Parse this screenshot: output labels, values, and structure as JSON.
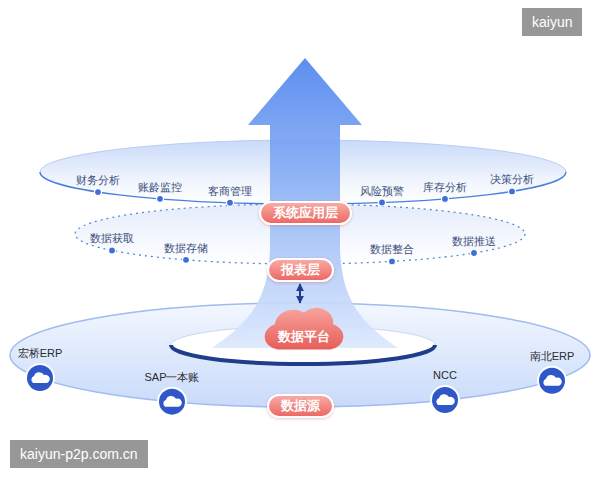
{
  "diagram": {
    "nodes": [
      {
        "text": [
          "系统应用层"
        ]
      },
      {
        "text": [
          "报表层"
        ]
      },
      {
        "text": [
          "数据平台"
        ]
      },
      {
        "text": [
          "数据源"
        ]
      }
    ],
    "edges": [
      {
        "from": 1,
        "to": 2,
        "arrow": "both"
      }
    ],
    "labels": [
      "财务分析",
      "账龄监控",
      "客商管理",
      "风险预警",
      "库存分析",
      "决策分析",
      "数据获取",
      "数据存储",
      "数据整合",
      "数据推送",
      "宏桥ERP",
      "SAP一本账",
      "NCC",
      "南北ERP",
      "kaiyun",
      "kaiyun-p2p.com.cn"
    ]
  }
}
